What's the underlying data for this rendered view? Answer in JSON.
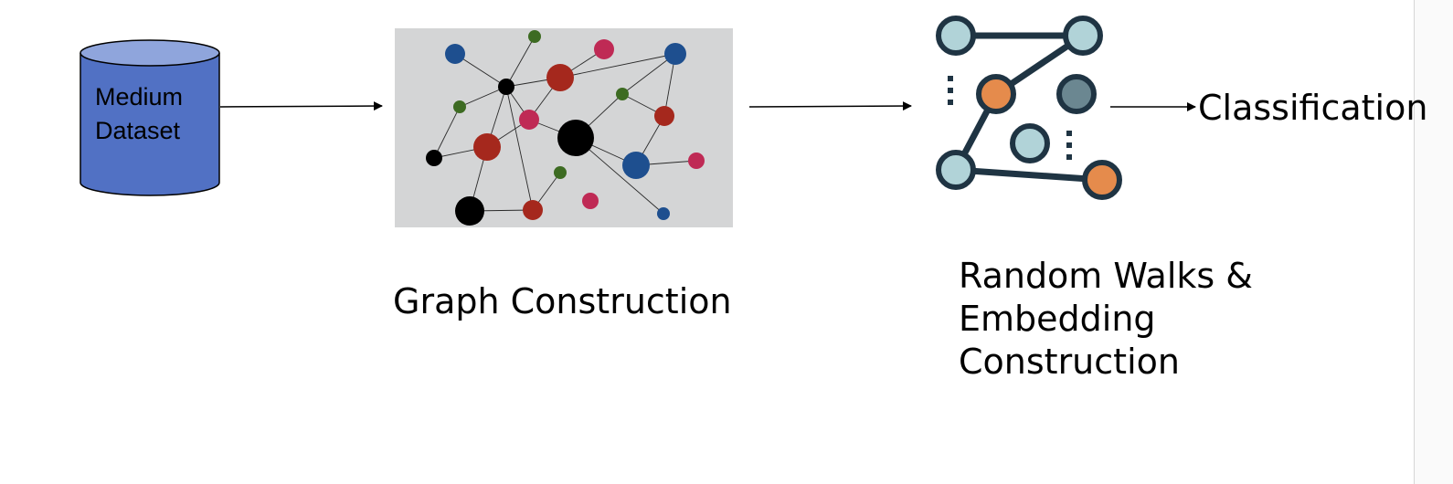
{
  "dataset": {
    "line1": "Medium",
    "line2": "Dataset",
    "fill_color": "#5171c4",
    "top_color": "#8fa5dc"
  },
  "graph_stage": {
    "label": "Graph Construction",
    "background_color": "#d4d5d6",
    "node_colors": {
      "blue": "#1e4f8f",
      "red": "#a5281d",
      "pink": "#bf2a55",
      "green": "#3d6b22",
      "black": "#000000"
    }
  },
  "walk_stage": {
    "label_line1": "Random Walks &",
    "label_line2": "Embedding",
    "label_line3": "Construction",
    "icon_name": "random-walk-graph-icon",
    "colors": {
      "stroke": "#1f3443",
      "light_node": "#b1d3d8",
      "orange_node": "#e58b4c",
      "gray_node": "#6b8791"
    }
  },
  "output": {
    "label": "Classification"
  }
}
